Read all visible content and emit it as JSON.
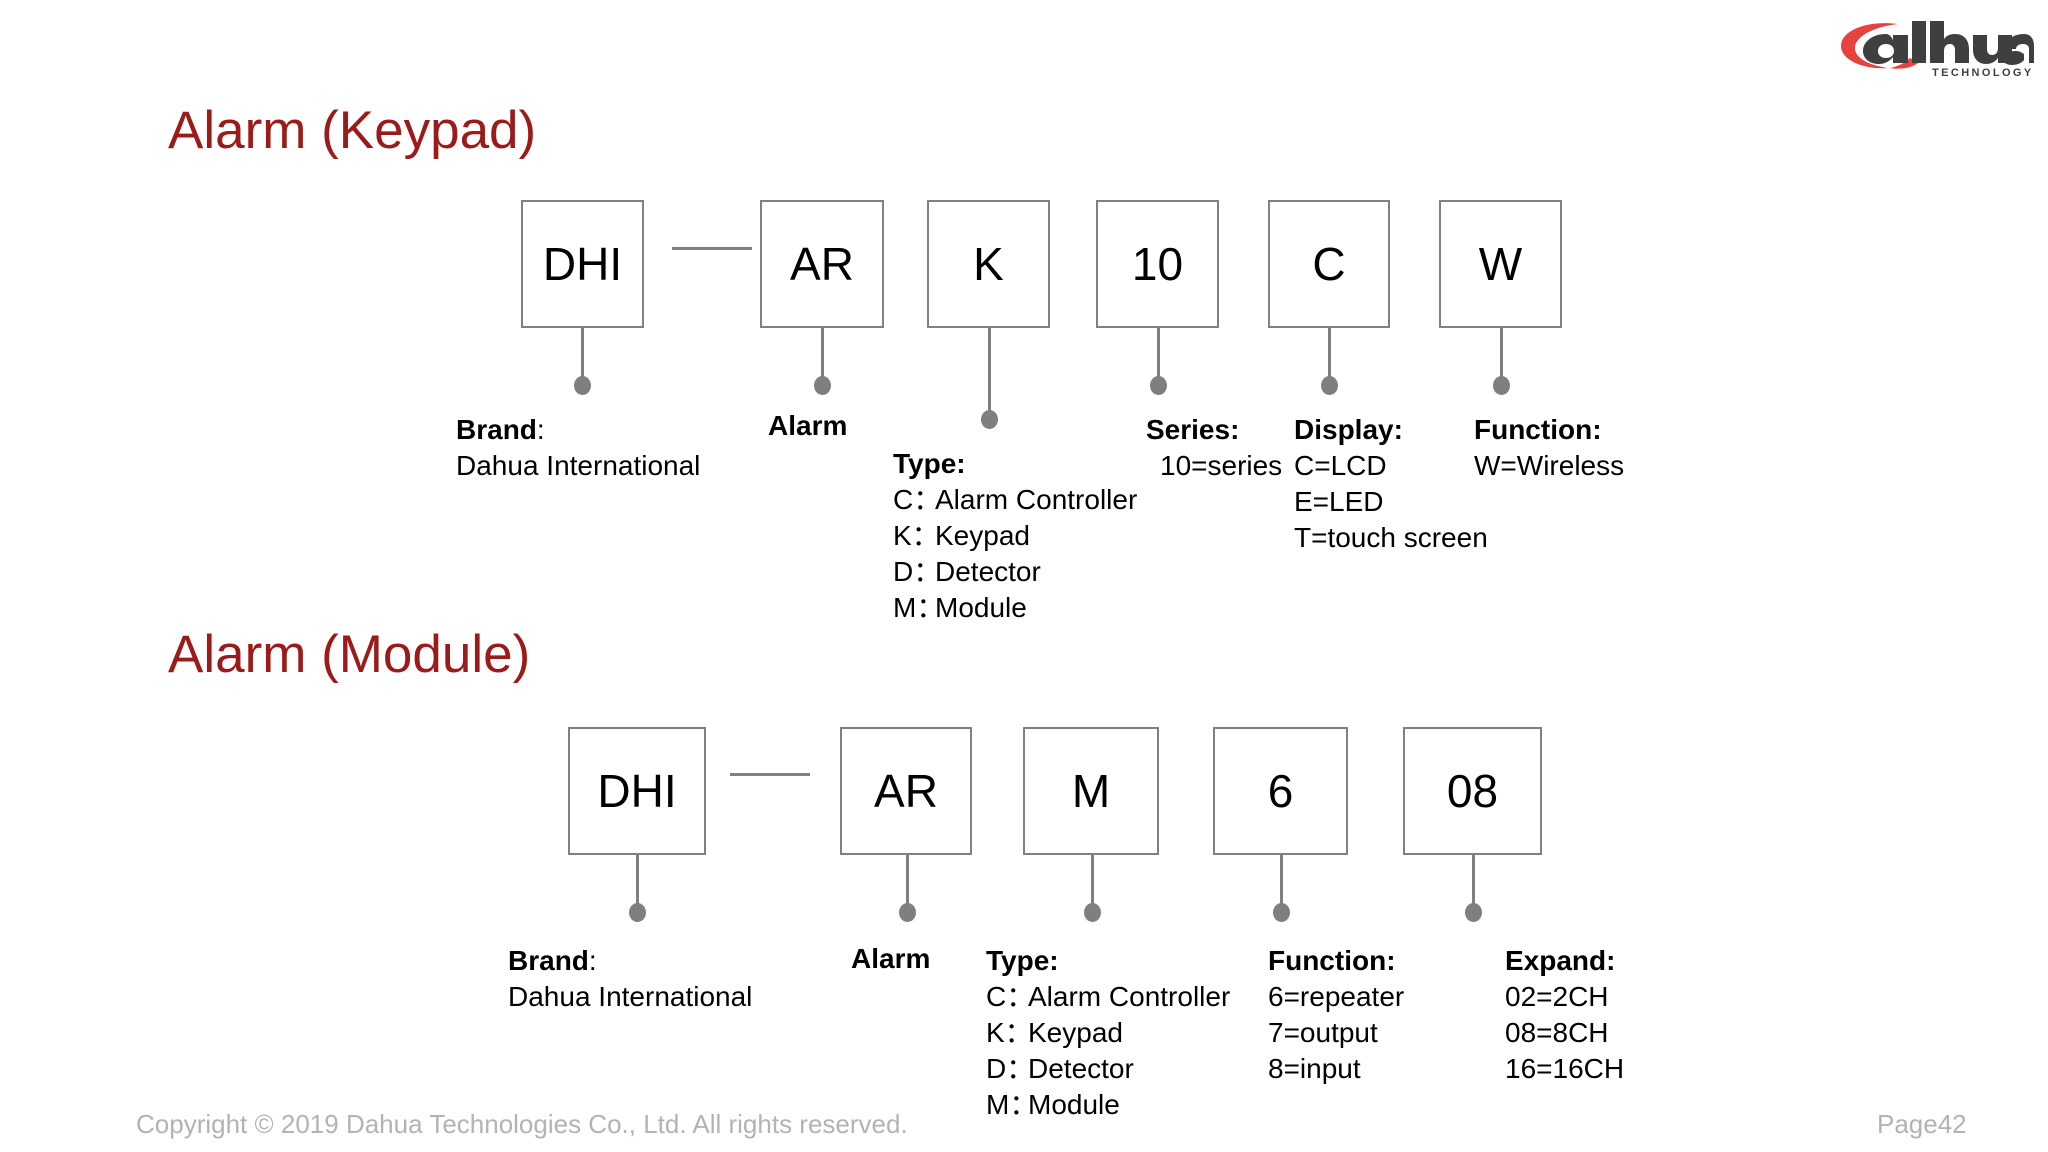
{
  "brand_logo": {
    "name": "dahua-logo",
    "wordmark": "alhua",
    "tagline": "TECHNOLOGY",
    "swoosh_color": "#E8423F",
    "text_color": "#3F3F3F"
  },
  "theme": {
    "title_color": "#9B1B1B",
    "box_border": "#808080",
    "connector": "#7F7F7F",
    "footer_color": "#B3B3B3"
  },
  "sections": [
    {
      "id": "keypad",
      "title": "Alarm (Keypad)",
      "boxes": [
        {
          "label": "DHI"
        },
        {
          "label": "AR"
        },
        {
          "label": "K"
        },
        {
          "label": "10"
        },
        {
          "label": "C"
        },
        {
          "label": "W"
        }
      ],
      "callouts": [
        {
          "head": "Brand",
          "head_suffix": ":",
          "lines": [
            "Dahua International"
          ]
        },
        {
          "head": "Alarm",
          "head_suffix": "",
          "lines": []
        },
        {
          "head": "Type:",
          "head_suffix": "",
          "lines": [
            {
              "key": "C：",
              "value": "Alarm Controller"
            },
            {
              "key": "K：",
              "value": "Keypad"
            },
            {
              "key": "D：",
              "value": "Detector"
            },
            {
              "key": "M：",
              "value": "Module"
            }
          ]
        },
        {
          "head": "Series:",
          "head_suffix": "",
          "lines": [
            "10=series"
          ]
        },
        {
          "head": "Display:",
          "head_suffix": "",
          "lines": [
            "C=LCD",
            "E=LED",
            "T=touch screen"
          ]
        },
        {
          "head": "Function:",
          "head_suffix": "",
          "lines": [
            "W=Wireless"
          ]
        }
      ]
    },
    {
      "id": "module",
      "title": "Alarm (Module)",
      "boxes": [
        {
          "label": "DHI"
        },
        {
          "label": "AR"
        },
        {
          "label": "M"
        },
        {
          "label": "6"
        },
        {
          "label": "08"
        }
      ],
      "callouts": [
        {
          "head": "Brand",
          "head_suffix": ":",
          "lines": [
            "Dahua International"
          ]
        },
        {
          "head": "Alarm",
          "head_suffix": "",
          "lines": []
        },
        {
          "head": "Type:",
          "head_suffix": "",
          "lines": [
            {
              "key": "C：",
              "value": "Alarm Controller"
            },
            {
              "key": "K：",
              "value": "Keypad"
            },
            {
              "key": "D：",
              "value": "Detector"
            },
            {
              "key": "M：",
              "value": "Module"
            }
          ]
        },
        {
          "head": "Function:",
          "head_suffix": "",
          "lines": [
            "6=repeater",
            "7=output",
            "8=input"
          ]
        },
        {
          "head": "Expand:",
          "head_suffix": "",
          "lines": [
            "02=2CH",
            "08=8CH",
            "16=16CH"
          ]
        }
      ]
    }
  ],
  "footer": {
    "copyright": "Copyright © 2019 Dahua Technologies Co., Ltd. All rights reserved.",
    "page": "Page42"
  }
}
